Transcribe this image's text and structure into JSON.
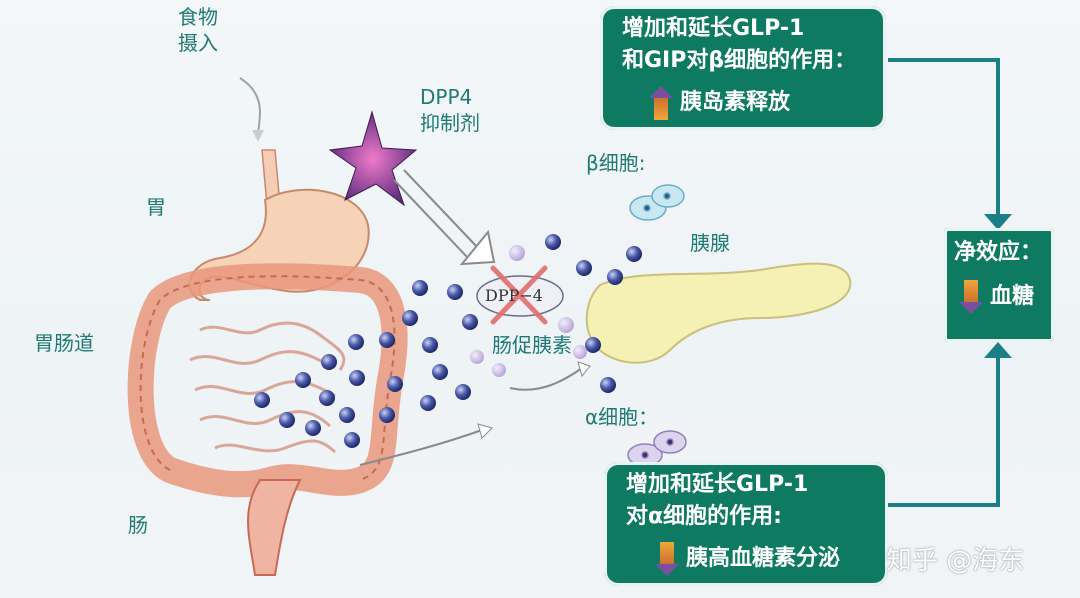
{
  "labels": {
    "food_intake": "食物\n摄入",
    "stomach": "胃",
    "gi_tract": "胃肠道",
    "intestine": "肠",
    "dpp4_inhibitor": "DPP4\n抑制剂",
    "dpp4_enzyme": "DPP−4",
    "incretin": "肠促胰素",
    "beta_cell": "β细胞:",
    "alpha_cell": "α细胞：",
    "pancreas": "胰腺"
  },
  "boxes": {
    "top": {
      "line1": "增加和延长GLP-1",
      "line2": "和GIP对β细胞的作用：",
      "effect": "胰岛素释放"
    },
    "bottom": {
      "line1": "增加和延长GLP-1",
      "line2": "对α细胞的作用:",
      "effect": "胰高血糖素分泌"
    },
    "net": {
      "line1": "净效应：",
      "effect": "血糖"
    }
  },
  "watermark": "知乎 @海东",
  "colors": {
    "box": "#0f7a62",
    "label": "#1f7a74",
    "particle": "#3d4a9a",
    "arrow": "#1b7f86"
  }
}
